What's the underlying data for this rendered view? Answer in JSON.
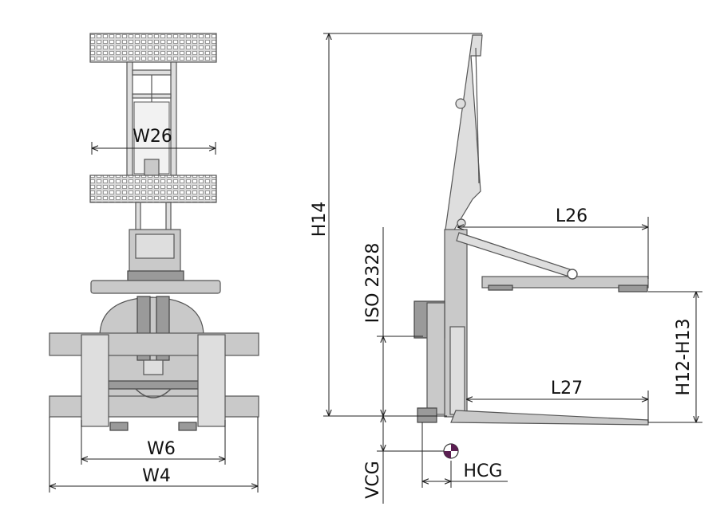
{
  "labels": {
    "w26": "W26",
    "w6": "W6",
    "w4": "W4",
    "h14": "H14",
    "iso": "ISO 2328",
    "l26": "L26",
    "l27": "L27",
    "h12h13": "H12-H13",
    "vcg": "VCG",
    "hcg": "HCG"
  },
  "colors": {
    "body": "#c9c9c9",
    "light": "#dedede",
    "dark": "#9a9a9a",
    "outline": "#555555",
    "cg_marker": "#5b1f52"
  }
}
